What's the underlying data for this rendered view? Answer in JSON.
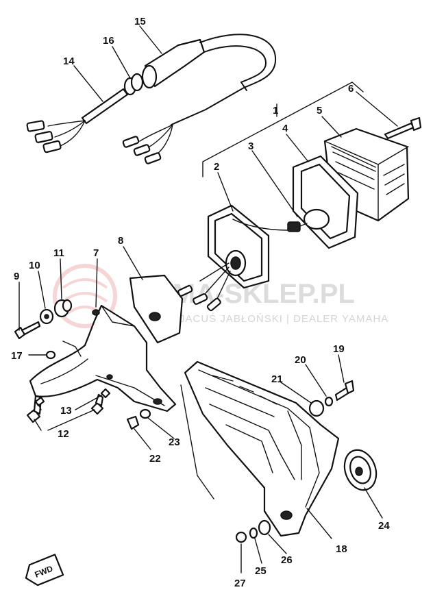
{
  "watermark": {
    "main": "YAMA-SKLEP.PL",
    "sub": "JACUŚ JABŁOŃSKI | DEALER YAMAHA"
  },
  "direction_marker": "FWD",
  "callouts": [
    {
      "id": "1",
      "label": "1"
    },
    {
      "id": "2",
      "label": "2"
    },
    {
      "id": "3",
      "label": "3"
    },
    {
      "id": "4",
      "label": "4"
    },
    {
      "id": "5",
      "label": "5"
    },
    {
      "id": "6",
      "label": "6"
    },
    {
      "id": "7",
      "label": "7"
    },
    {
      "id": "8",
      "label": "8"
    },
    {
      "id": "9",
      "label": "9"
    },
    {
      "id": "10",
      "label": "10"
    },
    {
      "id": "11",
      "label": "11"
    },
    {
      "id": "12",
      "label": "12"
    },
    {
      "id": "13",
      "label": "13"
    },
    {
      "id": "14",
      "label": "14"
    },
    {
      "id": "15",
      "label": "15"
    },
    {
      "id": "16",
      "label": "16"
    },
    {
      "id": "17",
      "label": "17"
    },
    {
      "id": "18",
      "label": "18"
    },
    {
      "id": "19",
      "label": "19"
    },
    {
      "id": "20",
      "label": "20"
    },
    {
      "id": "21",
      "label": "21"
    },
    {
      "id": "22",
      "label": "22"
    },
    {
      "id": "23",
      "label": "23"
    },
    {
      "id": "24",
      "label": "24"
    },
    {
      "id": "25",
      "label": "25"
    },
    {
      "id": "26",
      "label": "26"
    },
    {
      "id": "27",
      "label": "27"
    }
  ]
}
